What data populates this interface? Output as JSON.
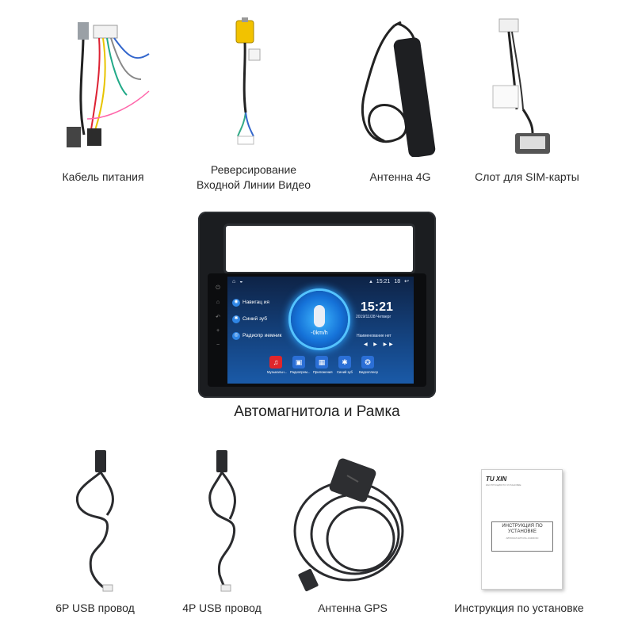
{
  "top_row": [
    {
      "caption_lines": [
        "Кабель питания"
      ],
      "icon": "power-cable-harness"
    },
    {
      "caption_lines": [
        "Реверсирование",
        "Входной Линии Видео"
      ],
      "icon": "rca-video-cable"
    },
    {
      "caption_lines": [
        "Антенна 4G"
      ],
      "icon": "4g-antenna"
    },
    {
      "caption_lines": [
        "Слот для SIM-карты"
      ],
      "icon": "sim-slot-cable"
    }
  ],
  "center": {
    "caption": "Автомагнитола и Рамка",
    "screen": {
      "status_time": "15:21",
      "status_extra": "18",
      "menu": [
        {
          "label": "Навигац ия",
          "icon": "location-icon"
        },
        {
          "label": "Синий зуб",
          "icon": "bluetooth-icon"
        },
        {
          "label": "Радиопр иемник",
          "icon": "radio-icon"
        }
      ],
      "speed": "-0km/h",
      "clock": "15:21",
      "date": "2019/11/28 Четверг",
      "radio_line": "Наименование нет",
      "controls": "◀ ▶ ▶▶",
      "apps": [
        {
          "label": "Музыкальн...",
          "color": "#e0262b",
          "glyph": "♫"
        },
        {
          "label": "Радиопрем...",
          "color": "#2b6fd6",
          "glyph": "▣"
        },
        {
          "label": "Приложения",
          "color": "#2b6fd6",
          "glyph": "▦"
        },
        {
          "label": "Синий зуб",
          "color": "#2b6fd6",
          "glyph": "✱"
        },
        {
          "label": "Видеоплеер",
          "color": "#2b6fd6",
          "glyph": "❂"
        }
      ]
    }
  },
  "bottom_row": [
    {
      "caption_lines": [
        "6P USB провод"
      ],
      "icon": "usb-cable-6p"
    },
    {
      "caption_lines": [
        "4P USB провод"
      ],
      "icon": "usb-cable-4p"
    },
    {
      "caption_lines": [
        "Антенна GPS"
      ],
      "icon": "gps-antenna"
    },
    {
      "caption_lines": [
        "Инструкция по установке"
      ],
      "icon": "manual-booklet"
    }
  ],
  "manual": {
    "brand": "TU XIN",
    "brand_sub": "ИНСТРУКЦИЯ ПО УСТАНОВКЕ",
    "box_title_lines": [
      "ИНСТРУКЦИЯ ПО",
      "УСТАНОВКЕ"
    ],
    "box_sub": "АВТОМАГНИТОЛА ANDROID"
  }
}
